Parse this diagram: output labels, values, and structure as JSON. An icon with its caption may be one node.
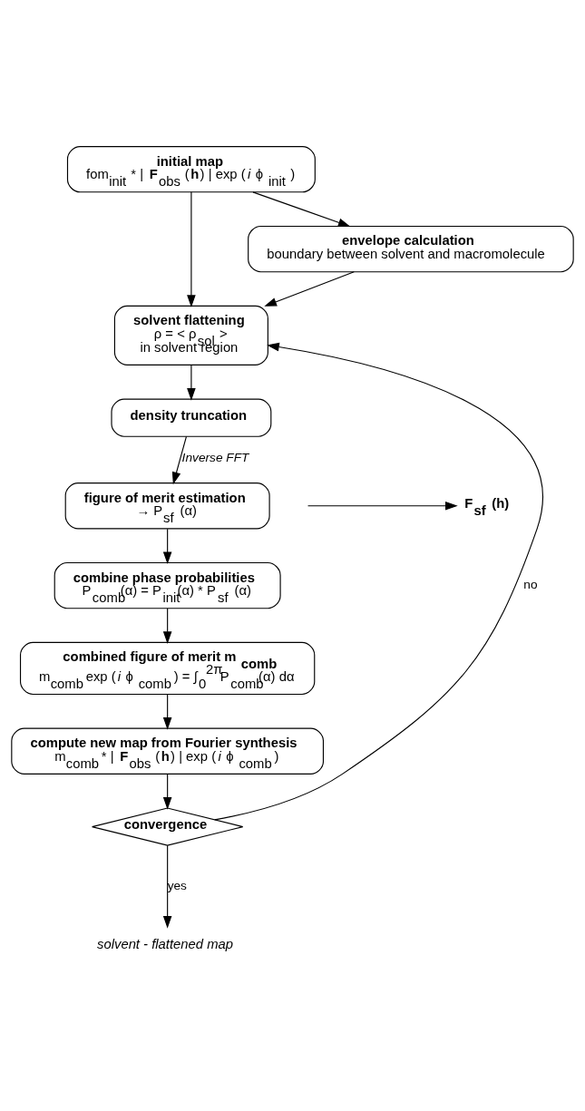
{
  "diagram": {
    "nodes": [
      {
        "text": [
          "initial map",
          "fom$_{init}$ * | **F**$_{obs}$ (**h**) | exp (*i* ϕ $_{init}$ )"
        ]
      },
      {
        "text": [
          "envelope calculation",
          "boundary between solvent and macromolecule"
        ]
      },
      {
        "text": [
          "solvent flattening",
          "ρ = < ρ$_{sol}$ >",
          "in solvent region"
        ]
      },
      {
        "text": [
          "density truncation"
        ]
      },
      {
        "text": [
          "F$_{sf}$ (h)"
        ]
      },
      {
        "text": [
          "figure of merit estimation",
          "→ P$_{sf}$ (α)"
        ]
      },
      {
        "text": [
          "combine phase probabilities",
          "P$_{comb}$(α) = P$_{init}$(α) * P$_{sf}$ (α)"
        ]
      },
      {
        "text": [
          "combined figure of merit m$_{comb}$",
          "m$_{comb}$ exp (*i* ϕ $_{comb}$ ) = ∫$_{0}$$^{2π}$P$_{comb}$(α) dα"
        ]
      },
      {
        "text": [
          "compute new map from Fourier synthesis",
          "m$_{comb}$ * | **F**$_{obs}$ (**h**) | exp (*i* ϕ $_{comb}$ )"
        ]
      },
      {
        "text": [
          "convergence"
        ]
      },
      {
        "text": [
          "solvent - flattened map"
        ]
      }
    ],
    "edges": [
      {
        "from": 0,
        "to": 1,
        "arrow": "to"
      },
      {
        "from": 0,
        "to": 2,
        "arrow": "to"
      },
      {
        "from": 1,
        "to": 2,
        "arrow": "to"
      },
      {
        "from": 2,
        "to": 3,
        "arrow": "to"
      },
      {
        "from": 3,
        "to": 5,
        "arrow": "to",
        "label": "Inverse FFT"
      },
      {
        "from": null,
        "to": 4,
        "arrow": "to"
      },
      {
        "from": 5,
        "to": 6,
        "arrow": "to"
      },
      {
        "from": 6,
        "to": 7,
        "arrow": "to"
      },
      {
        "from": 7,
        "to": 8,
        "arrow": "to"
      },
      {
        "from": 8,
        "to": 9,
        "arrow": "to"
      },
      {
        "from": 9,
        "to": 2,
        "arrow": "to",
        "label": "no"
      },
      {
        "from": 9,
        "to": 10,
        "arrow": "to",
        "label": "yes"
      }
    ]
  }
}
